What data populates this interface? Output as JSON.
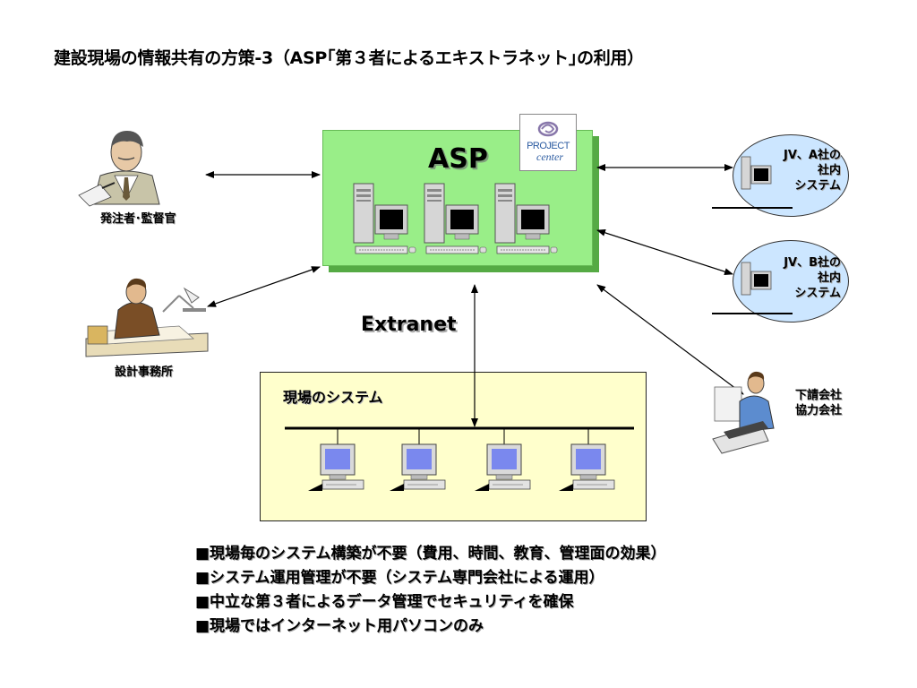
{
  "title": "建設現場の情報共有の方策-3（ASP｢第３者によるエキストラネット｣の利用）",
  "asp": {
    "label": "ASP",
    "logo": {
      "line1": "PROJECT",
      "line2": "center"
    }
  },
  "extranet_label": "Extranet",
  "site": {
    "label": "現場のシステム"
  },
  "actors": {
    "owner": "発注者･監督官",
    "design_office": "設計事務所"
  },
  "partners": {
    "jv_a": [
      "JV、A社の",
      "社内",
      "システム"
    ],
    "jv_b": [
      "JV、B社の",
      "社内",
      "システム"
    ],
    "sub": [
      "下請会社",
      "協力会社"
    ]
  },
  "bullets": [
    "■現場毎のシステム構築が不要（費用、時間、教育、管理面の効果）",
    "■システム運用管理が不要（システム専門会社による運用）",
    "■中立な第３者によるデータ管理でセキュリティを確保",
    "■現場ではインターネット用パソコンのみ"
  ],
  "icons": {
    "server": "server-computer-icon",
    "client": "desktop-computer-icon",
    "person": "person-icon"
  }
}
